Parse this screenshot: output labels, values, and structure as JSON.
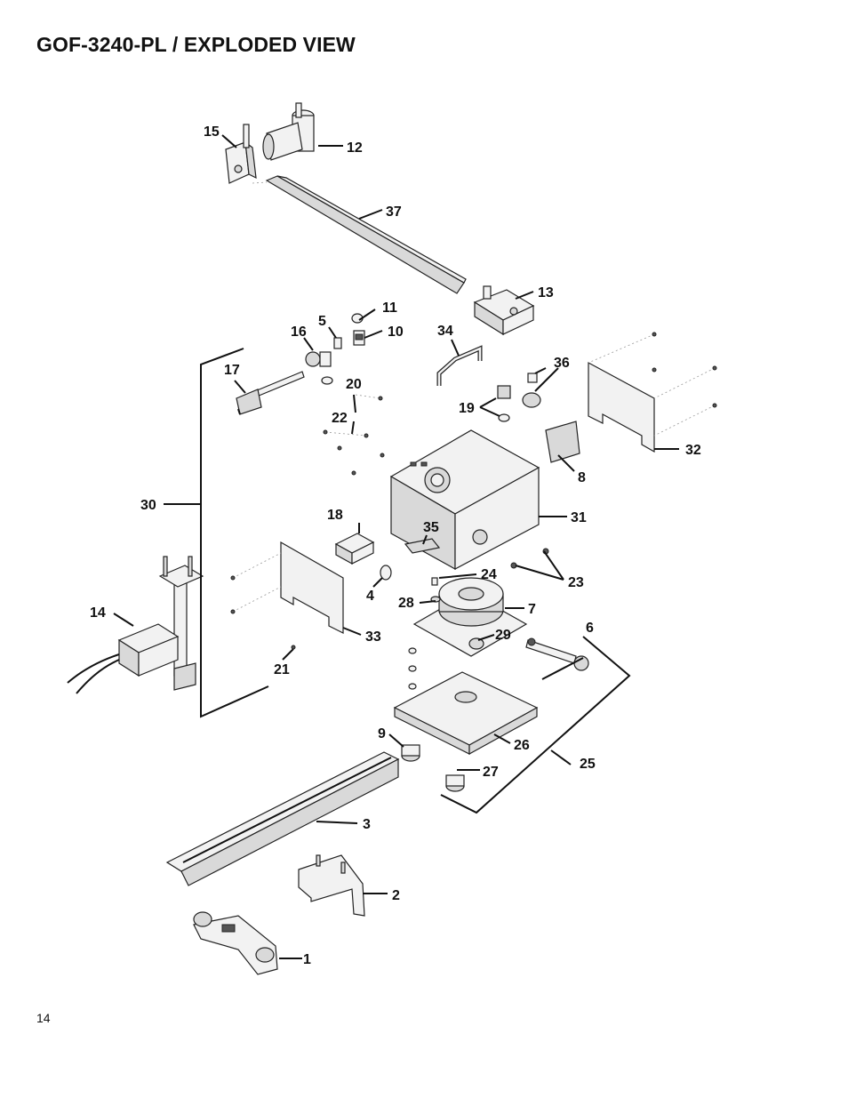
{
  "header": {
    "title": "GOF-3240-PL / EXPLODED VIEW"
  },
  "footer": {
    "page_number": "14"
  },
  "labels": [
    {
      "id": "1",
      "text": "1"
    },
    {
      "id": "2",
      "text": "2"
    },
    {
      "id": "3",
      "text": "3"
    },
    {
      "id": "4",
      "text": "4"
    },
    {
      "id": "5",
      "text": "5"
    },
    {
      "id": "6",
      "text": "6"
    },
    {
      "id": "7",
      "text": "7"
    },
    {
      "id": "8",
      "text": "8"
    },
    {
      "id": "9",
      "text": "9"
    },
    {
      "id": "10",
      "text": "10"
    },
    {
      "id": "11",
      "text": "11"
    },
    {
      "id": "12",
      "text": "12"
    },
    {
      "id": "13",
      "text": "13"
    },
    {
      "id": "14",
      "text": "14"
    },
    {
      "id": "15",
      "text": "15"
    },
    {
      "id": "16",
      "text": "16"
    },
    {
      "id": "17",
      "text": "17"
    },
    {
      "id": "18",
      "text": "18"
    },
    {
      "id": "19",
      "text": "19"
    },
    {
      "id": "20",
      "text": "20"
    },
    {
      "id": "21",
      "text": "21"
    },
    {
      "id": "22",
      "text": "22"
    },
    {
      "id": "23",
      "text": "23"
    },
    {
      "id": "24",
      "text": "24"
    },
    {
      "id": "25",
      "text": "25"
    },
    {
      "id": "26",
      "text": "26"
    },
    {
      "id": "27",
      "text": "27"
    },
    {
      "id": "28",
      "text": "28"
    },
    {
      "id": "29",
      "text": "29"
    },
    {
      "id": "30",
      "text": "30"
    },
    {
      "id": "31",
      "text": "31"
    },
    {
      "id": "32",
      "text": "32"
    },
    {
      "id": "33",
      "text": "33"
    },
    {
      "id": "34",
      "text": "34"
    },
    {
      "id": "35",
      "text": "35"
    },
    {
      "id": "36",
      "text": "36"
    },
    {
      "id": "37",
      "text": "37"
    }
  ]
}
